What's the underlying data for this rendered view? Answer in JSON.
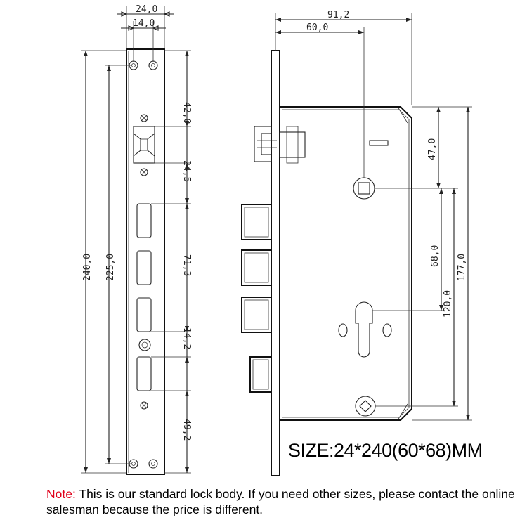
{
  "dimensions": {
    "face_width": "24,0",
    "hole_spacing": "14,0",
    "total_length": "240,0",
    "screw_spacing": "225,0",
    "top_to_latch": "42,0",
    "latch_to_bolt": "24,5",
    "bolt_span": "71,3",
    "gap_small": "14,2",
    "bottom_gap": "49,2",
    "body_depth": "91,2",
    "backset": "60,0",
    "top_to_spindle": "47,0",
    "spindle_to_cylinder": "68,0",
    "spindle_to_bottom": "120,0",
    "body_height": "177,0"
  },
  "size_label": "SIZE:24*240(60*68)MM",
  "note": {
    "label": "Note:",
    "text": " This is our standard lock body. If you need other sizes, please contact the online salesman because the price is different."
  }
}
